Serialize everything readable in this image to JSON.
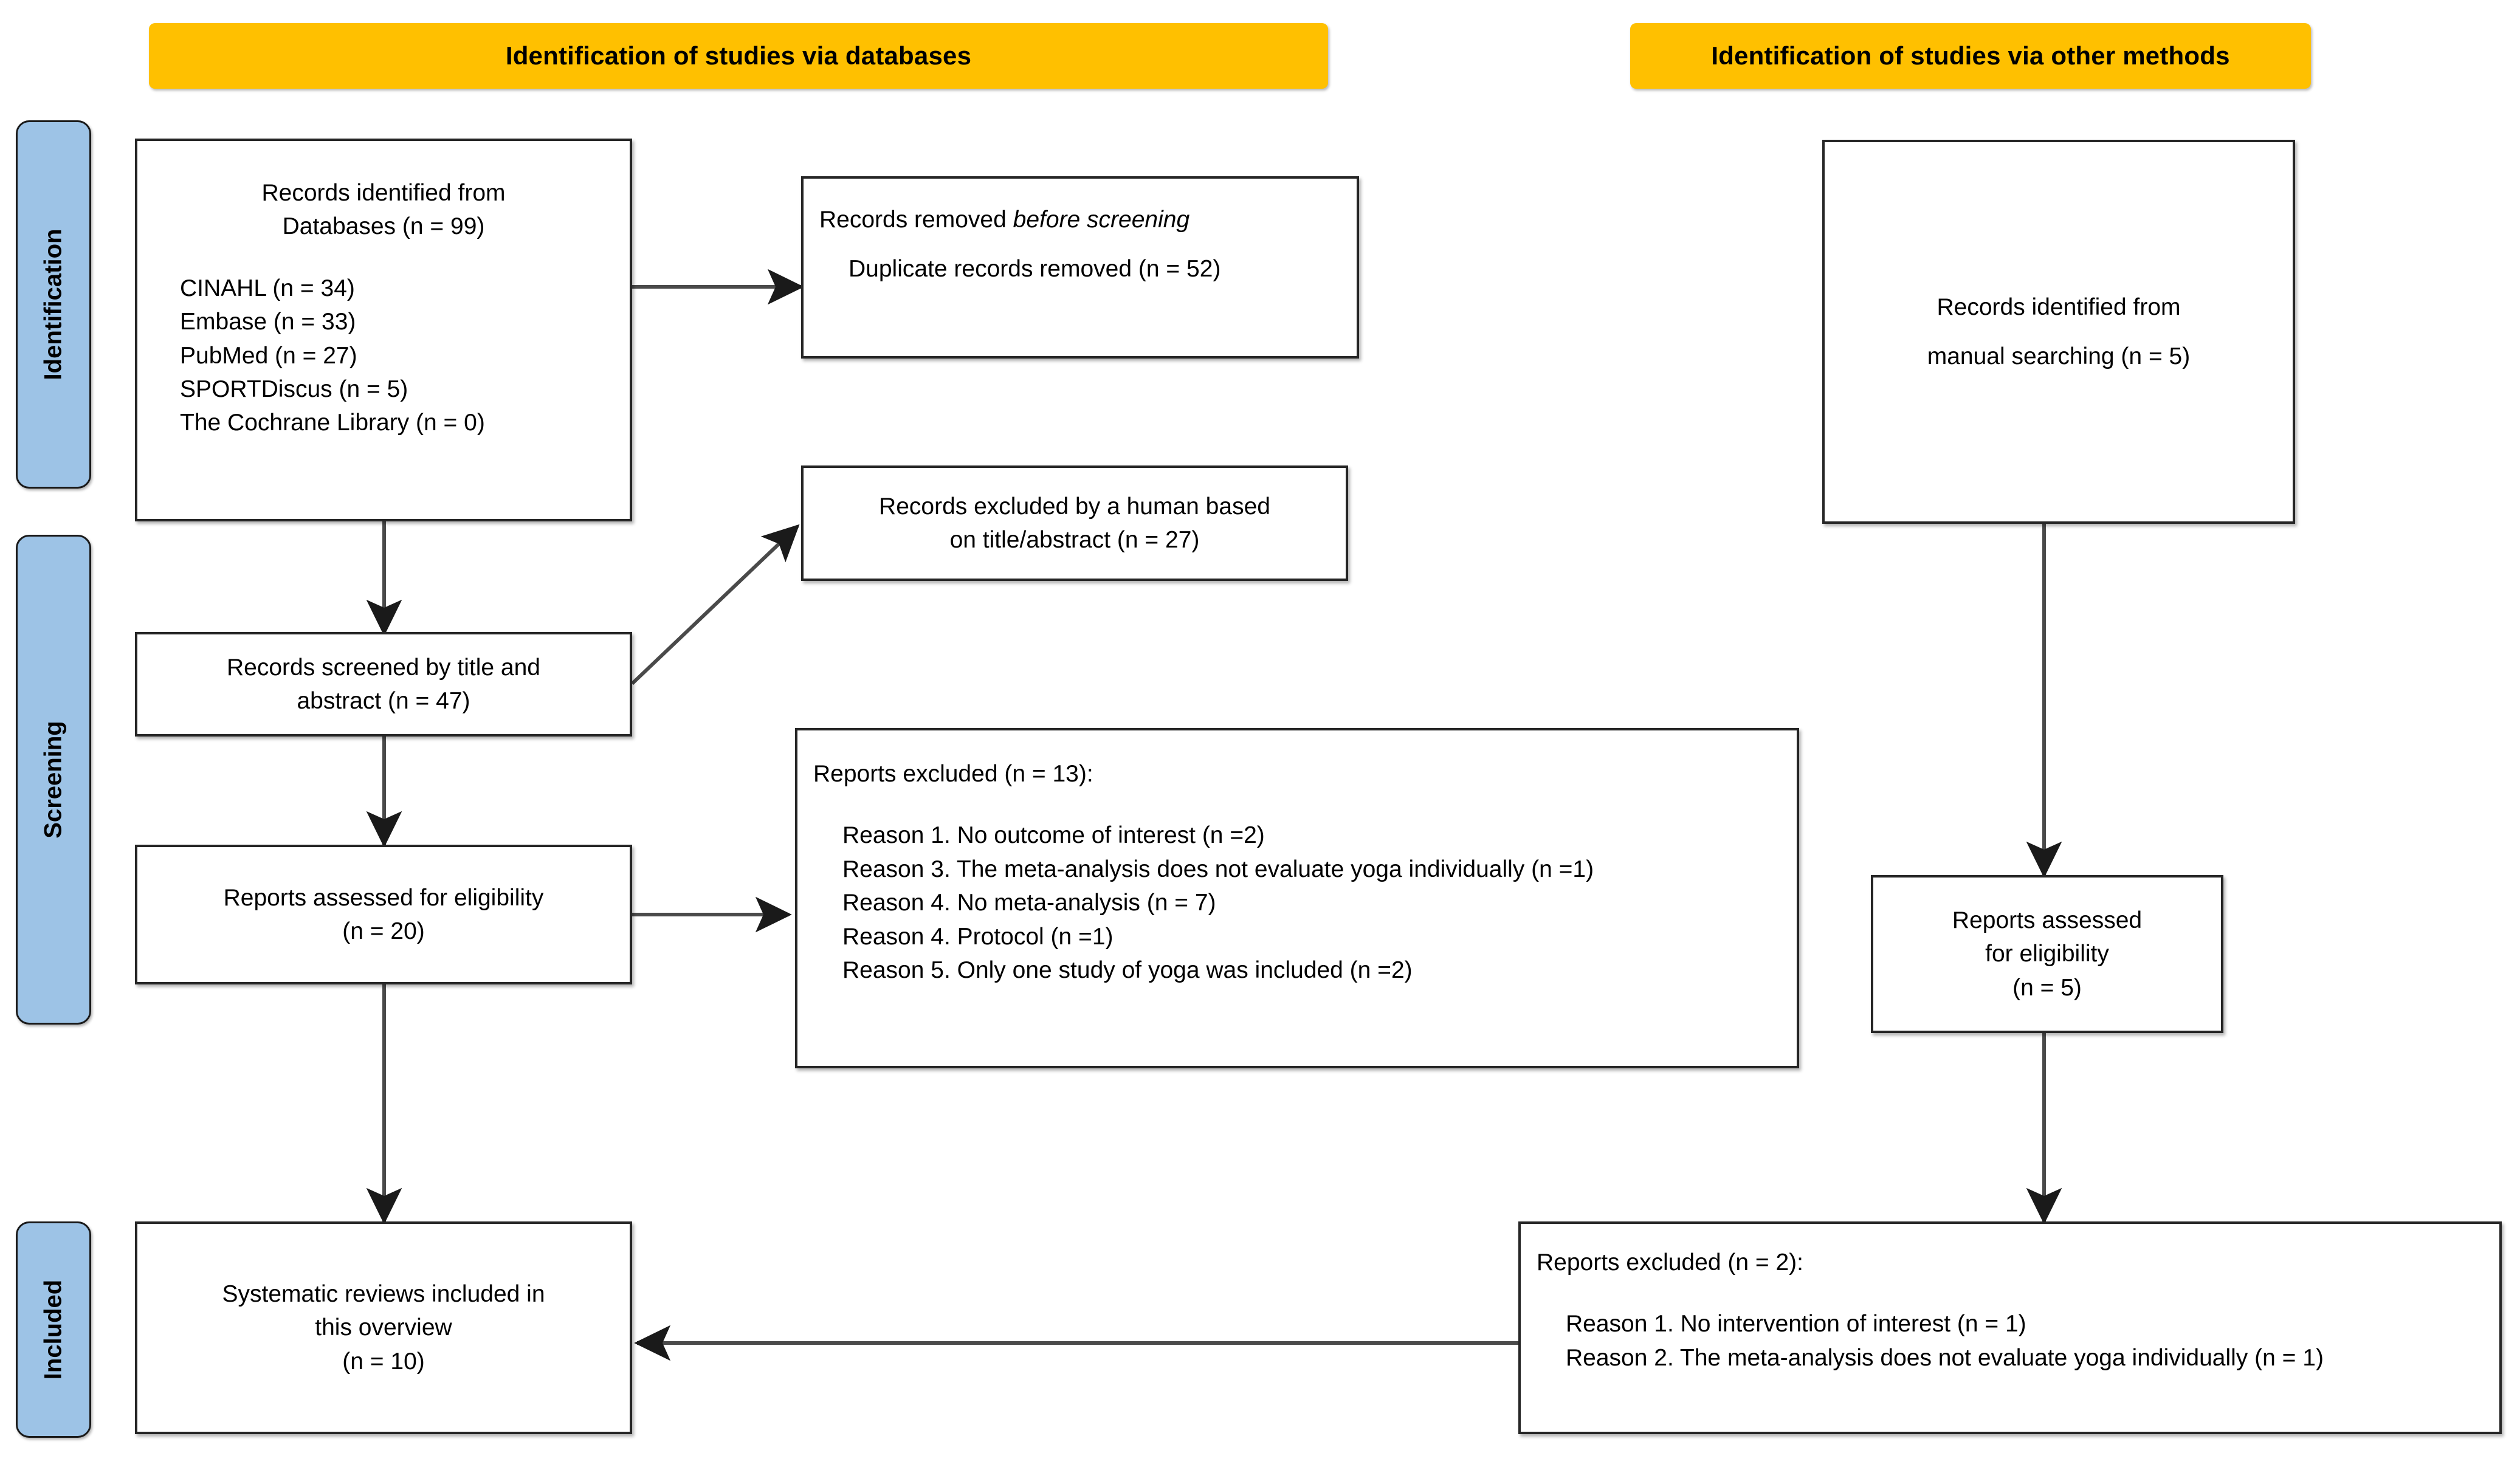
{
  "diagram": {
    "type": "prisma-flow-diagram",
    "colors": {
      "banner": "#FFC000",
      "stage_label": "#9DC3E6",
      "box_border": "#262626",
      "connector": "#404040",
      "background": "#FFFFFF"
    }
  },
  "banners": {
    "databases": "Identification of studies via databases",
    "other_methods": "Identification of studies via other methods"
  },
  "stages": {
    "identification": "Identification",
    "screening": "Screening",
    "included": "Included"
  },
  "boxes": {
    "records_identified": {
      "title_line1": "Records identified from",
      "title_line2": "Databases (n = 99)",
      "sources": [
        "CINAHL (n = 34)",
        "Embase (n = 33)",
        "PubMed (n = 27)",
        "SPORTDiscus (n = 5)",
        "The Cochrane Library (n = 0)"
      ]
    },
    "records_removed": {
      "title_prefix": "Records removed ",
      "title_italic": "before screening",
      "items": [
        "Duplicate records removed (n = 52)"
      ]
    },
    "records_screened": {
      "line1": "Records screened by title and",
      "line2": "abstract (n = 47)"
    },
    "records_excluded": {
      "line1": "Records excluded by a human based",
      "line2": "on title/abstract (n = 27)"
    },
    "reports_assessed": {
      "line1": "Reports assessed for eligibility",
      "line2": "(n = 20)"
    },
    "reports_excluded_db": {
      "heading": "Reports excluded (n = 13):",
      "reasons": [
        "Reason 1. No outcome of interest (n =2)",
        "Reason 3. The meta-analysis does not evaluate yoga individually (n =1)",
        "Reason 4. No meta-analysis (n = 7)",
        "Reason 4. Protocol (n =1)",
        "Reason 5. Only one study of yoga was included (n =2)"
      ]
    },
    "systematic_reviews_included": {
      "line1": "Systematic reviews included in",
      "line2": "this overview",
      "line3": "(n = 10)"
    },
    "records_manual": {
      "line1": "Records identified from",
      "line2": "manual searching (n = 5)"
    },
    "reports_assessed_other": {
      "line1": "Reports assessed",
      "line2": "for eligibility",
      "line3": "(n = 5)"
    },
    "reports_excluded_other": {
      "heading": "Reports excluded (n = 2):",
      "reasons": [
        "Reason 1. No intervention of interest (n = 1)",
        "Reason 2. The meta-analysis does not evaluate yoga individually (n = 1)"
      ]
    }
  }
}
